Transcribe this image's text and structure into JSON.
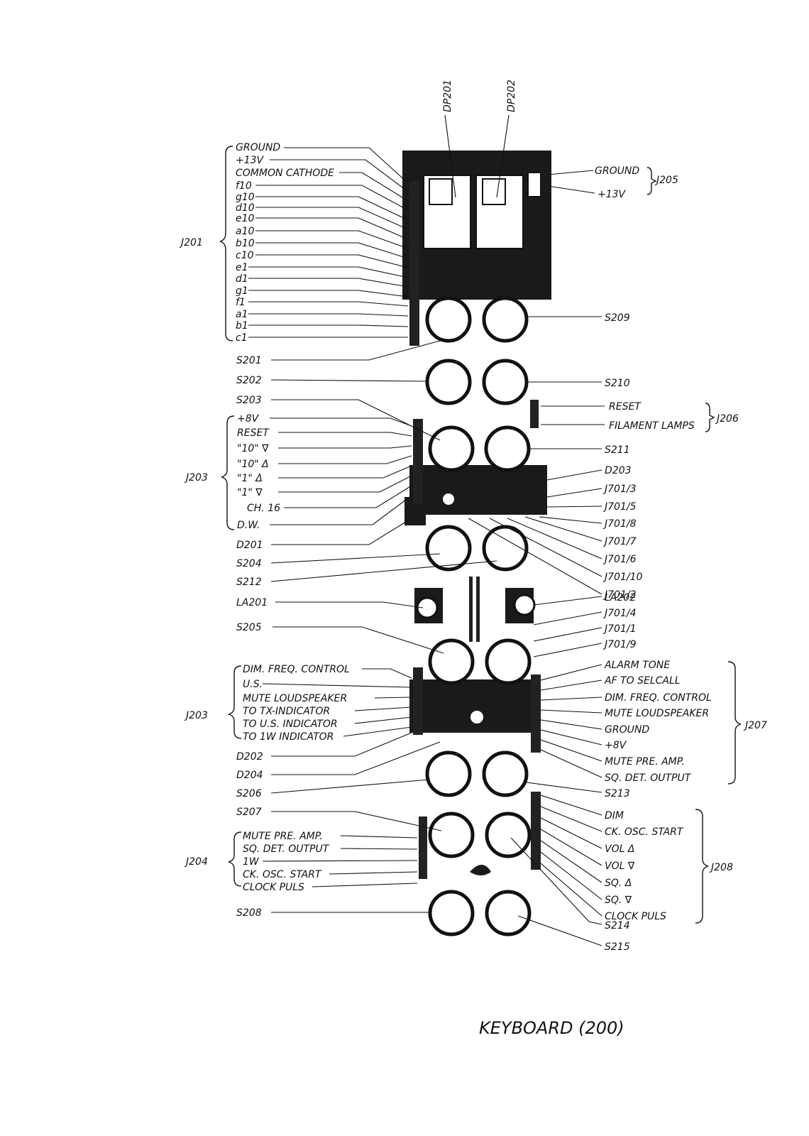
{
  "title": "KEYBOARD (200)",
  "groups": {
    "j201": "J201",
    "j203a": "J203",
    "j203b": "J203",
    "j204": "J204",
    "j205": "J205",
    "j206": "J206",
    "j207": "J207",
    "j208": "J208"
  },
  "top_labels": [
    "DP201",
    "DP202"
  ],
  "j201_pins": [
    "GROUND",
    "+13V",
    "COMMON CATHODE",
    "f10",
    "g10",
    "d10",
    "e10",
    "a10",
    "b10",
    "c10",
    "e1",
    "d1",
    "g1",
    "f1",
    "a1",
    "b1",
    "c1"
  ],
  "j205_pins": [
    "GROUND",
    "+13V"
  ],
  "j206_pins": [
    "RESET",
    "FILAMENT LAMPS"
  ],
  "j203a_pins": [
    "+8V",
    "RESET",
    "\"10\" ∇",
    "\"10\" Δ",
    "\"1\" Δ",
    "\"1\" ∇",
    "CH. 16",
    "D.W."
  ],
  "j203b_pins": [
    "DIM. FREQ. CONTROL",
    "U.S.",
    "MUTE LOUDSPEAKER",
    "TO TX-INDICATOR",
    "TO U.S. INDICATOR",
    "TO 1W INDICATOR"
  ],
  "j204_pins": [
    "MUTE PRE. AMP.",
    "SQ. DET. OUTPUT",
    "1W",
    "CK. OSC. START",
    "CLOCK PULS"
  ],
  "j207_pins": [
    "ALARM TONE",
    "AF TO SELCALL",
    "DIM. FREQ. CONTROL",
    "MUTE LOUDSPEAKER",
    "GROUND",
    "+8V",
    "MUTE PRE. AMP.",
    "SQ. DET. OUTPUT"
  ],
  "j208_pins": [
    "DIM",
    "CK. OSC. START",
    "VOL Δ",
    "VOL ∇",
    "SQ. Δ",
    "SQ. ∇",
    "CLOCK PULS"
  ],
  "left_parts": [
    "S201",
    "S202",
    "S203",
    "D201",
    "S204",
    "S212",
    "LA201",
    "S205",
    "D202",
    "D204",
    "S206",
    "S207",
    "S208"
  ],
  "right_parts": [
    "S209",
    "S210",
    "S211",
    "D203",
    "J701/3",
    "J701/5",
    "J701/8",
    "J701/7",
    "J701/6",
    "J701/10",
    "J701/2",
    "LA202",
    "J701/4",
    "J701/1",
    "J701/9",
    "S213",
    "S214",
    "S215"
  ]
}
